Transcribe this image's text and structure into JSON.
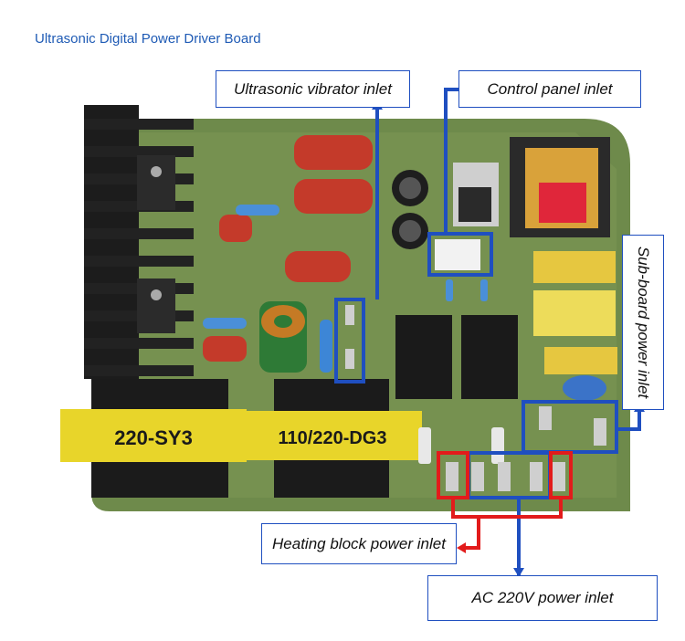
{
  "title": "Ultrasonic Digital Power Driver Board",
  "callouts": {
    "vibrator": "Ultrasonic vibrator inlet",
    "control_panel": "Control panel inlet",
    "sub_board": "Sub-board power inlet",
    "heating": "Heating block power inlet",
    "ac_power": "AC 220V power inlet"
  },
  "transformers": {
    "left_label": "220-SY3",
    "right_label": "110/220-DG3"
  },
  "colors": {
    "pcb": "#6f8a4a",
    "callout_border": "#1f4fc0",
    "blue_marker": "#1f4fc0",
    "red_marker": "#e21b1b",
    "transformer_yellow": "#e8d52a",
    "title_blue": "#1f5bb5"
  }
}
